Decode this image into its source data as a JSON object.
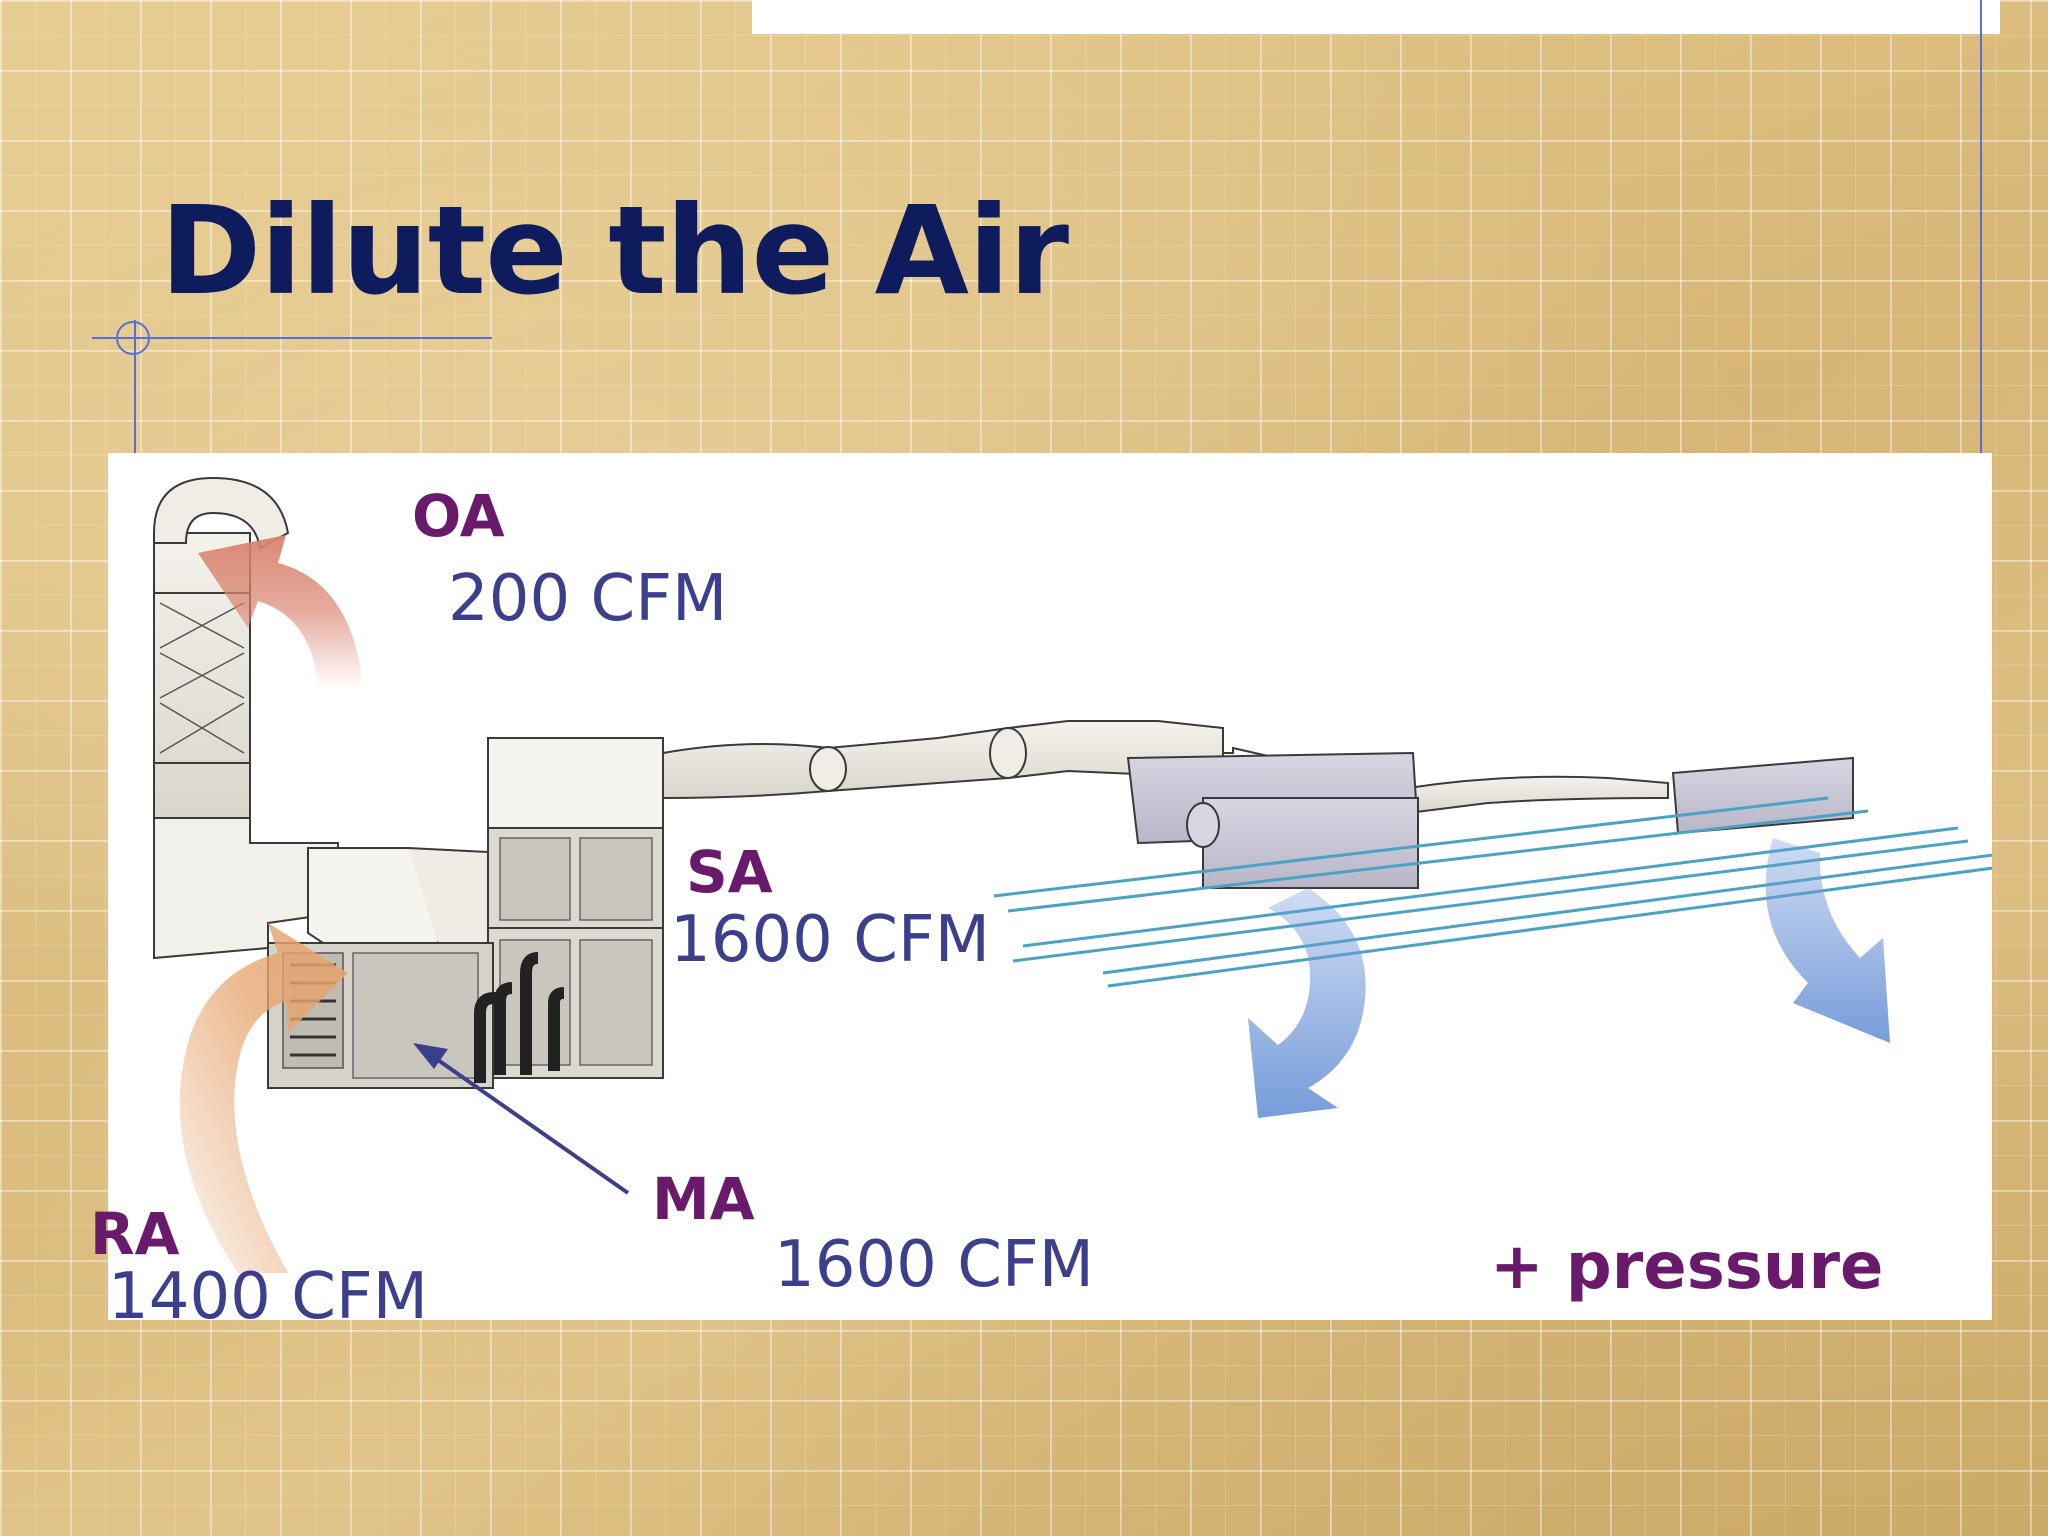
{
  "title": "Dilute the Air",
  "labels": {
    "oa": {
      "code": "OA",
      "value": "200 CFM"
    },
    "sa": {
      "code": "SA",
      "value": "1600 CFM"
    },
    "ma": {
      "code": "MA",
      "value": "1600 CFM"
    },
    "ra": {
      "code": "RA",
      "value": "1400 CFM"
    },
    "pressure": "+ pressure"
  },
  "colors": {
    "title": "#0e1c5e",
    "label_code": "#6a1a6b",
    "label_value": "#3c3f8c",
    "supply_arrow": "#6f97d8",
    "outside_arrow": "#d9826d",
    "return_arrow": "#e6a46e",
    "ceiling_lines": "#4aa3c2"
  }
}
